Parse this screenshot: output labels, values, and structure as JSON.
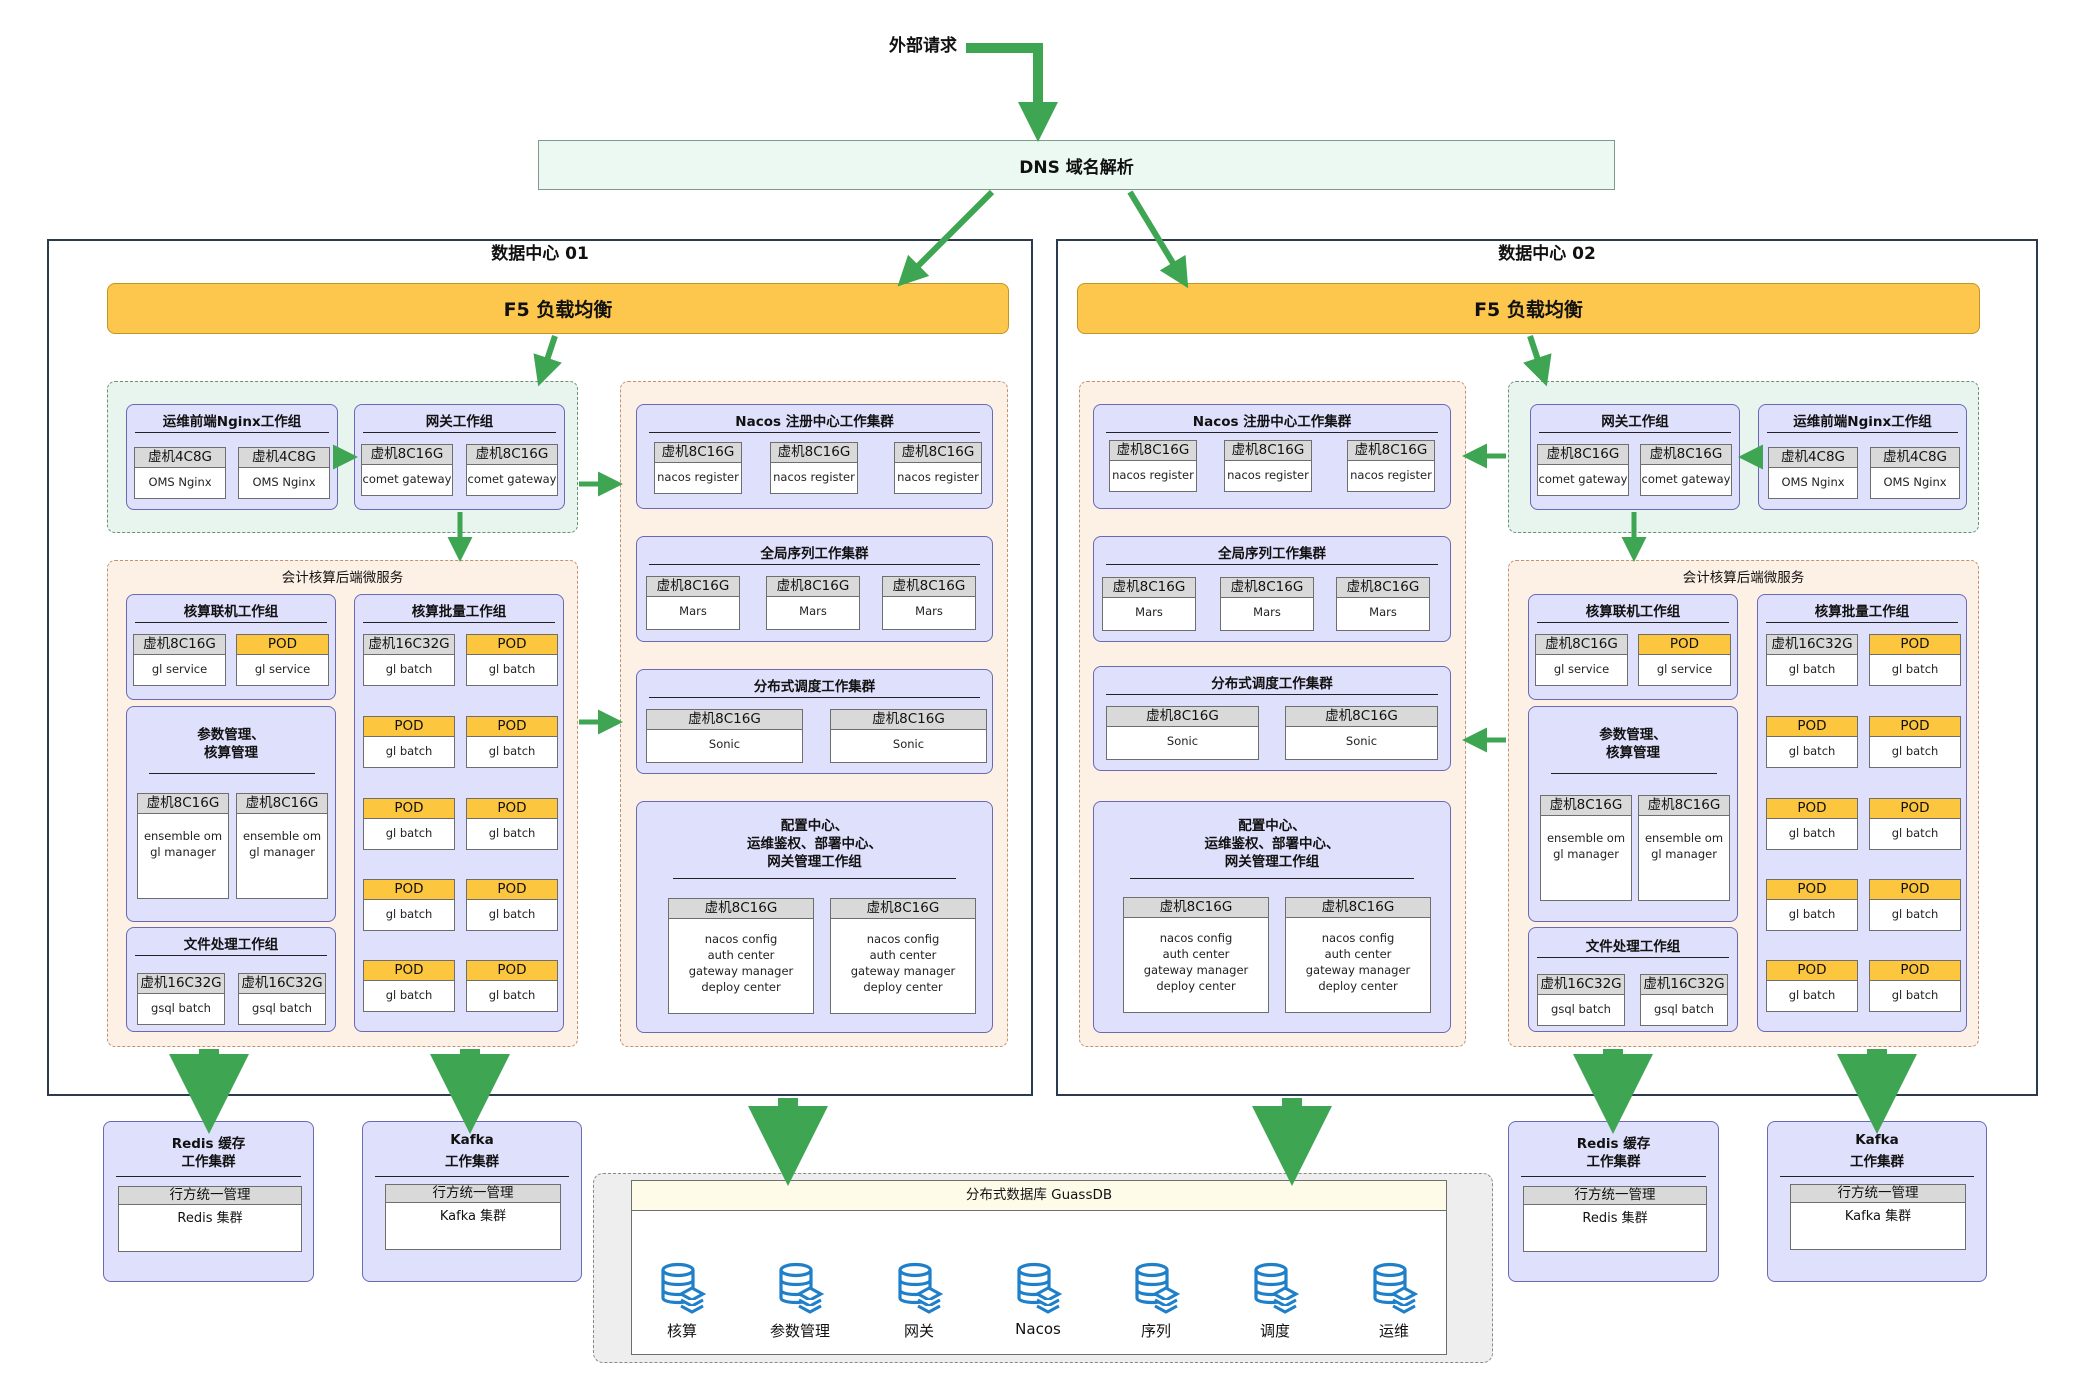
{
  "external_request": "外部请求",
  "dns": "DNS 域名解析",
  "colors": {
    "arrow": "#3ea552",
    "f5": "#fdc74e",
    "pod": "#fcc63f",
    "group": "#dfe0fb"
  },
  "dc1": {
    "title": "数据中心 01",
    "f5": "F5 负载均衡",
    "nginx": {
      "title": "运维前端Nginx工作组",
      "vms": [
        {
          "h": "虚机4C8G",
          "b": "OMS Nginx"
        },
        {
          "h": "虚机4C8G",
          "b": "OMS Nginx"
        }
      ]
    },
    "gateway": {
      "title": "网关工作组",
      "vms": [
        {
          "h": "虚机8C16G",
          "b": "comet gateway"
        },
        {
          "h": "虚机8C16G",
          "b": "comet gateway"
        }
      ]
    },
    "backend_title": "会计核算后端微服务",
    "online": {
      "title": "核算联机工作组",
      "vms": [
        {
          "h": "虚机8C16G",
          "b": "gl service"
        },
        {
          "h": "POD",
          "b": "gl service"
        }
      ]
    },
    "param": {
      "title1": "参数管理、",
      "title2": "核算管理",
      "vms": [
        {
          "h": "虚机8C16G",
          "b1": "ensemble om",
          "b2": "gl manager"
        },
        {
          "h": "虚机8C16G",
          "b1": "ensemble om",
          "b2": "gl manager"
        }
      ]
    },
    "file": {
      "title": "文件处理工作组",
      "vms": [
        {
          "h": "虚机16C32G",
          "b": "gsql batch"
        },
        {
          "h": "虚机16C32G",
          "b": "gsql batch"
        }
      ]
    },
    "batch": {
      "title": "核算批量工作组",
      "vms": [
        {
          "h": "虚机16C32G",
          "b": "gl batch"
        },
        {
          "h": "POD",
          "b": "gl batch"
        },
        {
          "h": "POD",
          "b": "gl batch"
        },
        {
          "h": "POD",
          "b": "gl batch"
        },
        {
          "h": "POD",
          "b": "gl batch"
        },
        {
          "h": "POD",
          "b": "gl batch"
        },
        {
          "h": "POD",
          "b": "gl batch"
        },
        {
          "h": "POD",
          "b": "gl batch"
        },
        {
          "h": "POD",
          "b": "gl batch"
        },
        {
          "h": "POD",
          "b": "gl batch"
        }
      ]
    },
    "nacos": {
      "title": "Nacos 注册中心工作集群",
      "vms": [
        {
          "h": "虚机8C16G",
          "b": "nacos register"
        },
        {
          "h": "虚机8C16G",
          "b": "nacos register"
        },
        {
          "h": "虚机8C16G",
          "b": "nacos register"
        }
      ]
    },
    "seq": {
      "title": "全局序列工作集群",
      "vms": [
        {
          "h": "虚机8C16G",
          "b": "Mars"
        },
        {
          "h": "虚机8C16G",
          "b": "Mars"
        },
        {
          "h": "虚机8C16G",
          "b": "Mars"
        }
      ]
    },
    "sched": {
      "title": "分布式调度工作集群",
      "vms": [
        {
          "h": "虚机8C16G",
          "b": "Sonic"
        },
        {
          "h": "虚机8C16G",
          "b": "Sonic"
        }
      ]
    },
    "config": {
      "t1": "配置中心、",
      "t2": "运维鉴权、部署中心、",
      "t3": "网关管理工作组",
      "vms": [
        {
          "h": "虚机8C16G",
          "l": [
            "nacos config",
            "auth center",
            "gateway manager",
            "deploy center"
          ]
        },
        {
          "h": "虚机8C16G",
          "l": [
            "nacos config",
            "auth center",
            "gateway manager",
            "deploy center"
          ]
        }
      ]
    }
  },
  "dc2": {
    "title": "数据中心 02",
    "f5": "F5 负载均衡",
    "nginx": {
      "title": "运维前端Nginx工作组",
      "vms": [
        {
          "h": "虚机4C8G",
          "b": "OMS Nginx"
        },
        {
          "h": "虚机4C8G",
          "b": "OMS Nginx"
        }
      ]
    },
    "gateway": {
      "title": "网关工作组",
      "vms": [
        {
          "h": "虚机8C16G",
          "b": "comet gateway"
        },
        {
          "h": "虚机8C16G",
          "b": "comet gateway"
        }
      ]
    },
    "backend_title": "会计核算后端微服务",
    "online": {
      "title": "核算联机工作组",
      "vms": [
        {
          "h": "虚机8C16G",
          "b": "gl service"
        },
        {
          "h": "POD",
          "b": "gl service"
        }
      ]
    },
    "param": {
      "title1": "参数管理、",
      "title2": "核算管理",
      "vms": [
        {
          "h": "虚机8C16G",
          "b1": "ensemble om",
          "b2": "gl manager"
        },
        {
          "h": "虚机8C16G",
          "b1": "ensemble om",
          "b2": "gl manager"
        }
      ]
    },
    "file": {
      "title": "文件处理工作组",
      "vms": [
        {
          "h": "虚机16C32G",
          "b": "gsql batch"
        },
        {
          "h": "虚机16C32G",
          "b": "gsql batch"
        }
      ]
    },
    "batch": {
      "title": "核算批量工作组",
      "vms": [
        {
          "h": "虚机16C32G",
          "b": "gl batch"
        },
        {
          "h": "POD",
          "b": "gl batch"
        },
        {
          "h": "POD",
          "b": "gl batch"
        },
        {
          "h": "POD",
          "b": "gl batch"
        },
        {
          "h": "POD",
          "b": "gl batch"
        },
        {
          "h": "POD",
          "b": "gl batch"
        },
        {
          "h": "POD",
          "b": "gl batch"
        },
        {
          "h": "POD",
          "b": "gl batch"
        },
        {
          "h": "POD",
          "b": "gl batch"
        },
        {
          "h": "POD",
          "b": "gl batch"
        }
      ]
    },
    "nacos": {
      "title": "Nacos 注册中心工作集群",
      "vms": [
        {
          "h": "虚机8C16G",
          "b": "nacos register"
        },
        {
          "h": "虚机8C16G",
          "b": "nacos register"
        },
        {
          "h": "虚机8C16G",
          "b": "nacos register"
        }
      ]
    },
    "seq": {
      "title": "全局序列工作集群",
      "vms": [
        {
          "h": "虚机8C16G",
          "b": "Mars"
        },
        {
          "h": "虚机8C16G",
          "b": "Mars"
        },
        {
          "h": "虚机8C16G",
          "b": "Mars"
        }
      ]
    },
    "sched": {
      "title": "分布式调度工作集群",
      "vms": [
        {
          "h": "虚机8C16G",
          "b": "Sonic"
        },
        {
          "h": "虚机8C16G",
          "b": "Sonic"
        }
      ]
    },
    "config": {
      "t1": "配置中心、",
      "t2": "运维鉴权、部署中心、",
      "t3": "网关管理工作组",
      "vms": [
        {
          "h": "虚机8C16G",
          "l": [
            "nacos config",
            "auth center",
            "gateway manager",
            "deploy center"
          ]
        },
        {
          "h": "虚机8C16G",
          "l": [
            "nacos config",
            "auth center",
            "gateway manager",
            "deploy center"
          ]
        }
      ]
    }
  },
  "redis": {
    "t1": "Redis 缓存",
    "t2": "工作集群",
    "h": "行方统一管理",
    "b": "Redis 集群"
  },
  "kafka": {
    "t1": "Kafka",
    "t2": "工作集群",
    "h": "行方统一管理",
    "b": "Kafka 集群"
  },
  "gaussdb": {
    "title": "分布式数据库 GuassDB",
    "items": [
      "核算",
      "参数管理",
      "网关",
      "Nacos",
      "序列",
      "调度",
      "运维"
    ]
  }
}
